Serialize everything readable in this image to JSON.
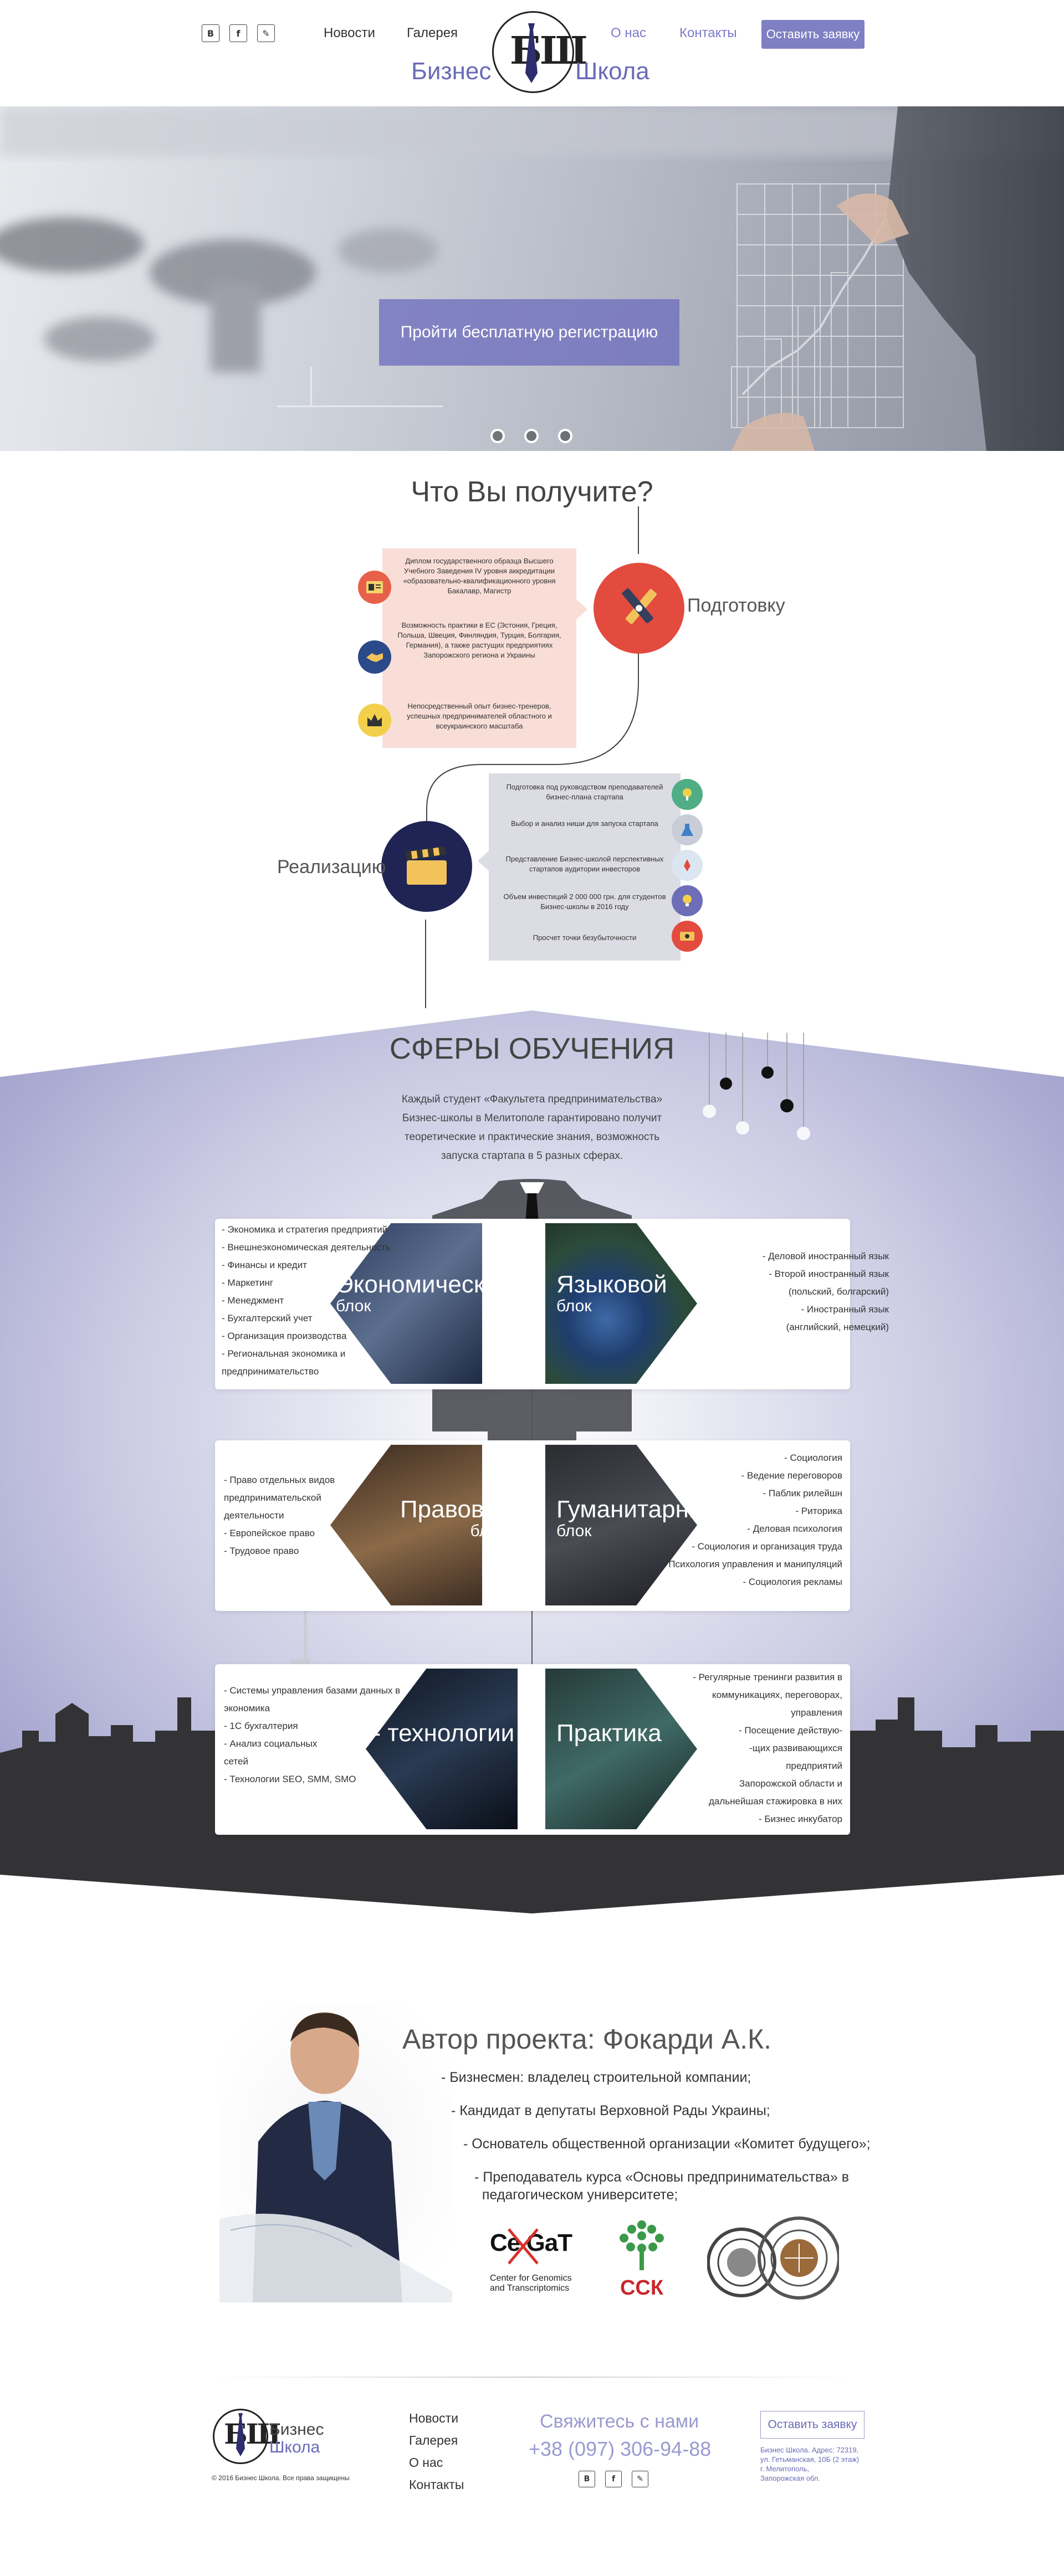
{
  "header": {
    "social": [
      "В",
      "f",
      "✎"
    ],
    "nav": [
      "Новости",
      "Галерея",
      "О нас",
      "Контакты"
    ],
    "cta": "Оставить заявку",
    "logo_letters": "БШ",
    "logo_left": "Бизнес",
    "logo_right": "Школа"
  },
  "hero": {
    "button": "Пройти бесплатную регистрацию"
  },
  "benefits": {
    "title": "Что Вы получите?",
    "prep_label": "Подготовку",
    "prep_points": [
      "Диплом государственного образца Высшего Учебного Заведения IV уровня аккредитации «образовательно-квалификационного уровня Бакалавр, Магистр",
      "Возможность практики в ЕС (Эстония, Греция, Польша, Швеция, Финляндия, Турция, Болгария, Германия), а также растущих предприятиях Запорожского региона и Украины",
      "Непосредственный опыт бизнес-тренеров, успешных предпринимателей областного и всеукраинского масштаба"
    ],
    "real_label": "Реализацию",
    "real_points": [
      "Подготовка под руководством преподавателей бизнес-плана стартапа",
      "Выбор и анализ ниши для запуска стартапа",
      "Представление Бизнес-школой перспективных стартапов аудитории инвесторов",
      "Объем инвестиций 2 000 000 грн. для студентов Бизнес-школы в 2016 году",
      "Просчет точки безубыточности"
    ]
  },
  "education": {
    "title": "СФЕРЫ ОБУЧЕНИЯ",
    "intro": [
      "Каждый студент «Факультета предпринимательства»",
      "Бизнес-школы в Мелитополе гарантировано получит",
      "теоретические и практические знания, возможность",
      "запуска стартапа в 5 разных сферах."
    ],
    "blocks": [
      {
        "title": "Экономический",
        "sub": "блок",
        "items": [
          "- Экономика и стратегия предприятий",
          "- Внешнеэкономическая деятельность",
          "- Финансы и кредит",
          "- Маркетинг",
          "- Менеджмент",
          "- Бухгалтерский учет",
          "- Организация производства",
          "- Региональная экономика и",
          "  предпринимательство"
        ]
      },
      {
        "title": "Языковой",
        "sub": "блок",
        "items": [
          "- Деловой иностранный язык",
          "- Второй иностранный язык",
          "(польский, болгарский)",
          "- Иностранный язык",
          "(английский, немецкий)"
        ]
      },
      {
        "title": "Правовой",
        "sub": "блок",
        "items": [
          "- Право отдельных видов",
          "предпринимательской",
          "деятельности",
          "- Европейское право",
          "- Трудовое право"
        ]
      },
      {
        "title": "Гуманитарный",
        "sub": "блок",
        "items": [
          "- Социология",
          "- Ведение переговоров",
          "- Паблик рилейшн",
          "- Риторика",
          "- Деловая психология",
          "- Социология и организация труда",
          "- Психология управления и манипуляций",
          "- Социология рекламы"
        ]
      },
      {
        "title": "IT - технологии",
        "sub": "",
        "items": [
          "- Системы управления базами данных в",
          "экономика",
          "- 1С бухгалтерия",
          "- Анализ социальных",
          "сетей",
          "- Технологии SEO, SMM, SMO"
        ]
      },
      {
        "title": "Практика",
        "sub": "",
        "items": [
          "- Регулярные тренинги развития в",
          "коммуникациях, переговорах,",
          "управления",
          "- Посещение действую-",
          "-щих развивающихся",
          "предприятий",
          "Запорожской области и",
          "дальнейшая стажировка в них",
          "- Бизнес инкубатор"
        ]
      }
    ]
  },
  "author": {
    "title": "Автор проекта: Фокарди А.К.",
    "points": [
      "- Бизнесмен: владелец строительной компании;",
      "- Кандидат в депутаты Верховной Рады Украины;",
      "- Основатель общественной организации «Комитет будущего»;",
      "- Преподаватель курса «Основы предпринимательства» в",
      "  педагогическом университете;"
    ],
    "logo1_top": "Ce GaT",
    "logo1_sub1": "Center for Genomics",
    "logo1_sub2": "and Transcriptomics",
    "logo2": "ССК"
  },
  "footer": {
    "logo_left": "Бизнес",
    "logo_right": "Школа",
    "copyright": "© 2016 Бизнес Школа. Все права защищены",
    "links": [
      "Новости",
      "Галерея",
      "О нас",
      "Контакты"
    ],
    "contact_title": "Свяжитесь с нами",
    "phone": "+38 (097) 306-94-88",
    "social": [
      "В",
      "f",
      "✎"
    ],
    "cta": "Оставить заявку",
    "address": [
      "Бизнес Школа. Адрес: 72319,",
      "ул. Гетьманская, 10Б (2 этаж)",
      "г. Мелитополь,",
      "Запорожская обл."
    ]
  },
  "colors": {
    "accent": "#7f7fc3",
    "pink": "#f8ded6",
    "grey_box": "#dcdce4",
    "dark_navy": "#1f2454",
    "red_circle": "#e24b3e"
  }
}
